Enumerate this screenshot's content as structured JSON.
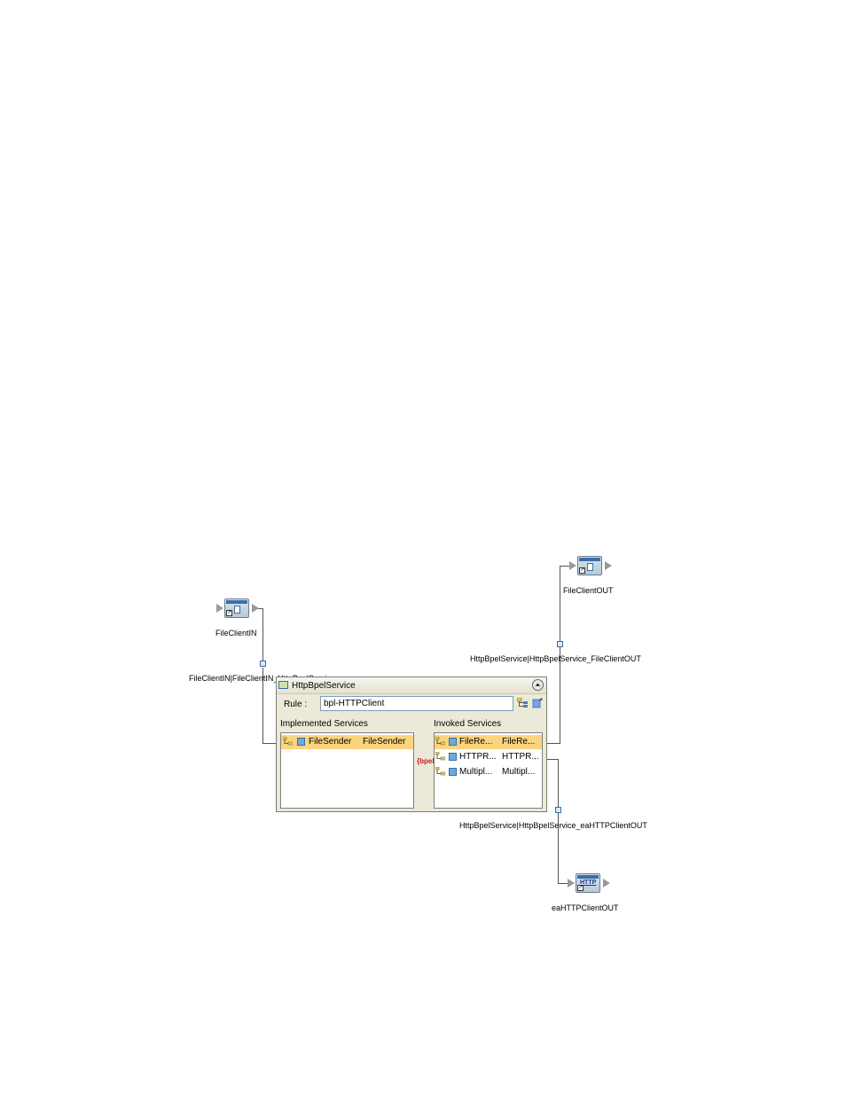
{
  "nodes": {
    "file_client_in": {
      "label": "FileClientIN",
      "icon": "file-document-icon"
    },
    "file_client_out": {
      "label": "FileClientOUT",
      "icon": "file-document-icon"
    },
    "ea_http_client_out": {
      "label": "eaHTTPClientOUT",
      "icon": "http-icon",
      "icon_text": "HTTP"
    }
  },
  "links": {
    "in_link": "FileClientIN|FileClientIN_HttpBpelService",
    "file_out_link": "HttpBpelService|HttpBpelService_FileClientOUT",
    "http_out_link": "HttpBpelService|HttpBpelService_eaHTTPClientOUT"
  },
  "service_panel": {
    "title": "HttpBpelService",
    "collapse_glyph": "⏶",
    "rule_label": "Rule :",
    "rule_value": "bpl-HTTPClient",
    "implemented_header": "Implemented Services",
    "invoked_header": "Invoked Services",
    "bpel_badge": "{bpel}",
    "implemented": [
      {
        "name": "FileSender",
        "value": "FileSender",
        "selected": true
      }
    ],
    "invoked": [
      {
        "name": "FileRe...",
        "value": "FileRe...",
        "selected": true
      },
      {
        "name": "HTTPR...",
        "value": "HTTPR...",
        "selected": false
      },
      {
        "name": "Multipl...",
        "value": "Multipl...",
        "selected": false
      }
    ]
  },
  "colors": {
    "selection": "#fbd47e",
    "panel_bg": "#ece9d8",
    "link_box": "#3a6ea5"
  }
}
